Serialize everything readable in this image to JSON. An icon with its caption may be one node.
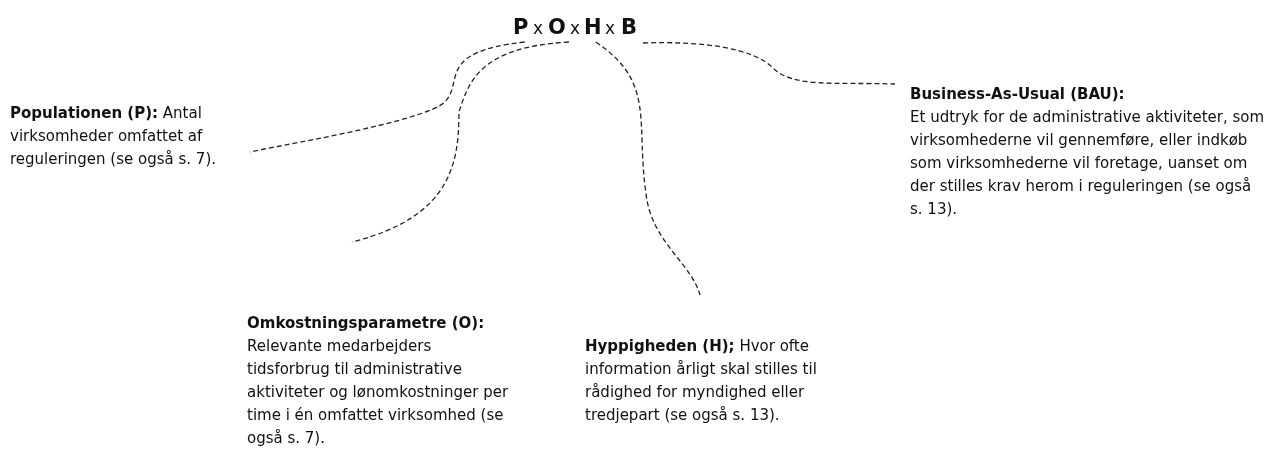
{
  "diagram": {
    "nodes": [
      {
        "text": [
          "P"
        ]
      },
      {
        "text": [
          "O"
        ]
      },
      {
        "text": [
          "H"
        ]
      },
      {
        "text": [
          "B"
        ]
      },
      {
        "text": [
          "**Populationen (P):** Antal virksomheder omfattet af reguleringen (se også s. 7)."
        ]
      },
      {
        "text": [
          "Omkostningsparametre (O):",
          "Relevante medarbejders tidsforbrug til administrative aktiviteter og lønomkostninger per time i én omfattet virksomhed (se også s. 7)."
        ]
      },
      {
        "text": [
          "**Hyppigheden (H);** Hvor ofte information årligt skal stilles til rådighed for myndighed eller tredjepart (se også s. 13)."
        ]
      },
      {
        "text": [
          "Business-As-Usual (BAU):",
          "Et udtryk for de administrative aktiviteter, som virksomhederne vil gennemføre, eller indkøb som virksomhederne vil foretage, uanset om der stilles krav herom i reguleringen (se også s. 13)."
        ]
      }
    ],
    "edges": [
      {
        "from": 0,
        "to": 4,
        "arrow": "none",
        "style": "dashed"
      },
      {
        "from": 1,
        "to": 5,
        "arrow": "none",
        "style": "dashed"
      },
      {
        "from": 2,
        "to": 6,
        "arrow": "none",
        "style": "dashed"
      },
      {
        "from": 3,
        "to": 7,
        "arrow": "none",
        "style": "dashed"
      }
    ],
    "labels": [
      "x",
      "x",
      "x"
    ]
  }
}
